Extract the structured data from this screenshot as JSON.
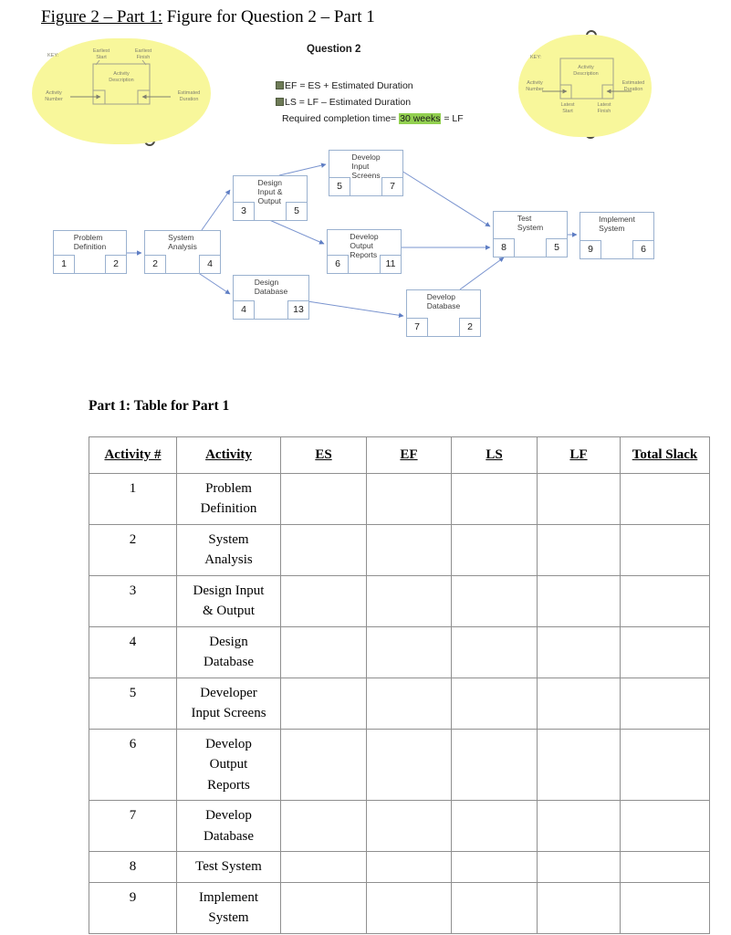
{
  "title": {
    "underlined": "Figure 2 – Part 1:",
    "rest": " Figure for Question 2 – Part 1"
  },
  "question": {
    "heading": "Question 2",
    "formula_ef": "EF = ES + Estimated Duration",
    "formula_ls": "LS = LF – Estimated Duration",
    "required_prefix": "Required completion time= ",
    "required_highlight": "30 weeks",
    "required_suffix": " = LF",
    "highlight_color": "#92d050",
    "bullet_color": "#6e7b57"
  },
  "key_left": {
    "label": "KEY:",
    "earliest_start": "Earliest\nStart",
    "earliest_finish": "Earliest\nFinish",
    "activity_description": "Activity\nDescription",
    "activity_number": "Activity\nNumber",
    "estimated_duration": "Estimated\nDuration"
  },
  "key_right": {
    "label": "KEY:",
    "activity_description": "Activity\nDescription",
    "activity_number": "Activity\nNumber",
    "estimated_duration": "Estimated\nDuration",
    "latest_start": "Latest\nStart",
    "latest_finish": "Latest\nFinish"
  },
  "diagram": {
    "node_border_color": "#9ab1cf",
    "arrow_color": "#5f7ec4",
    "nodes": [
      {
        "id": "1",
        "title": "Problem\nDefinition",
        "number": "1",
        "duration": "2"
      },
      {
        "id": "2",
        "title": "System\nAnalysis",
        "number": "2",
        "duration": "4"
      },
      {
        "id": "3",
        "title": "Design\nInput &\nOutput",
        "number": "3",
        "duration": "5"
      },
      {
        "id": "4",
        "title": "Design\nDatabase",
        "number": "4",
        "duration": "13"
      },
      {
        "id": "5",
        "title": "Develop\nInput\nScreens",
        "number": "5",
        "duration": "7"
      },
      {
        "id": "6",
        "title": "Develop\nOutput\nReports",
        "number": "6",
        "duration": "11"
      },
      {
        "id": "7",
        "title": "Develop\nDatabase",
        "number": "7",
        "duration": "2"
      },
      {
        "id": "8",
        "title": "Test\nSystem",
        "number": "8",
        "duration": "5"
      },
      {
        "id": "9",
        "title": "Implement\nSystem",
        "number": "9",
        "duration": "6"
      }
    ],
    "edges": [
      "1→2",
      "2→3",
      "2→4",
      "3→5",
      "3→6",
      "4→7",
      "5→8",
      "6→8",
      "7→8",
      "8→9"
    ]
  },
  "table_section": {
    "heading": "Part 1: Table for Part 1",
    "columns": [
      "Activity #",
      "Activity",
      "ES",
      "EF",
      "LS",
      "LF",
      "Total Slack"
    ],
    "rows": [
      {
        "num": "1",
        "activity": "Problem\nDefinition",
        "es": "",
        "ef": "",
        "ls": "",
        "lf": "",
        "slack": ""
      },
      {
        "num": "2",
        "activity": "System\nAnalysis",
        "es": "",
        "ef": "",
        "ls": "",
        "lf": "",
        "slack": ""
      },
      {
        "num": "3",
        "activity": "Design Input\n& Output",
        "es": "",
        "ef": "",
        "ls": "",
        "lf": "",
        "slack": ""
      },
      {
        "num": "4",
        "activity": "Design\nDatabase",
        "es": "",
        "ef": "",
        "ls": "",
        "lf": "",
        "slack": ""
      },
      {
        "num": "5",
        "activity": "Developer\nInput Screens",
        "es": "",
        "ef": "",
        "ls": "",
        "lf": "",
        "slack": ""
      },
      {
        "num": "6",
        "activity": "Develop\nOutput\nReports",
        "es": "",
        "ef": "",
        "ls": "",
        "lf": "",
        "slack": ""
      },
      {
        "num": "7",
        "activity": "Develop\nDatabase",
        "es": "",
        "ef": "",
        "ls": "",
        "lf": "",
        "slack": ""
      },
      {
        "num": "8",
        "activity": "Test System",
        "es": "",
        "ef": "",
        "ls": "",
        "lf": "",
        "slack": ""
      },
      {
        "num": "9",
        "activity": "Implement\nSystem",
        "es": "",
        "ef": "",
        "ls": "",
        "lf": "",
        "slack": ""
      }
    ]
  }
}
